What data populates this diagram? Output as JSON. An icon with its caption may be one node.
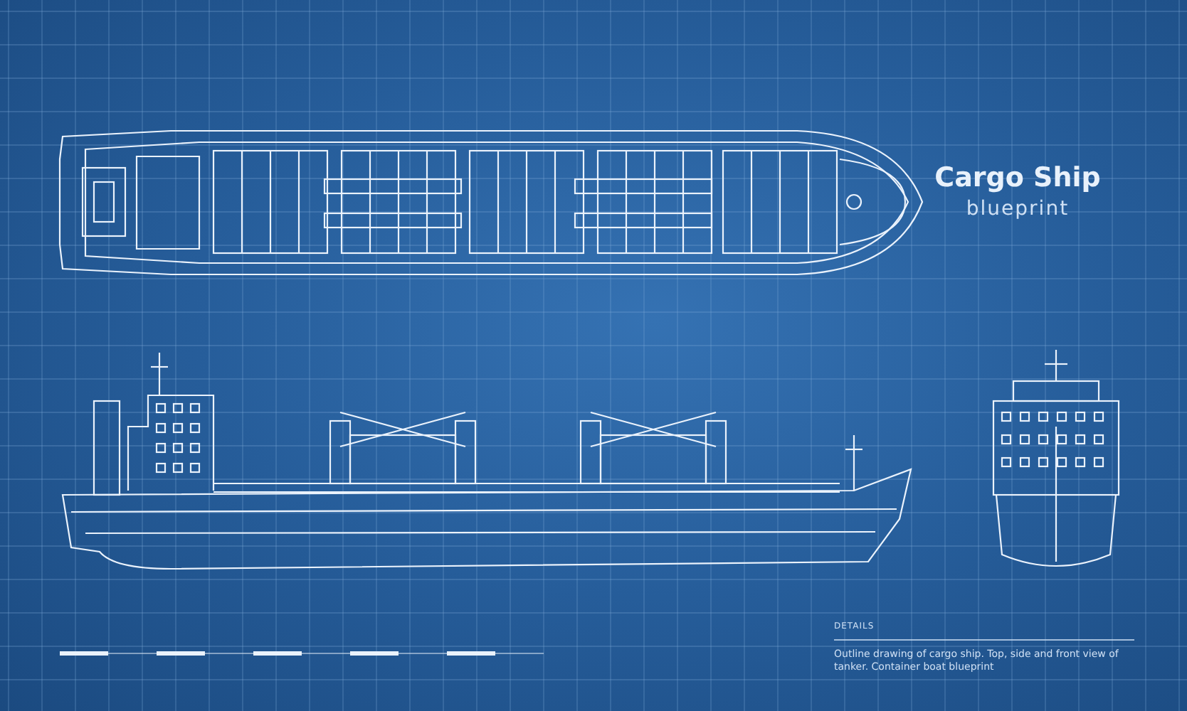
{
  "diagram": {
    "title": "Cargo Ship",
    "labels": [
      "blueprint",
      "DETAILS",
      "Outline drawing of cargo ship. Top, side and front view of tanker. Container boat blueprint"
    ]
  }
}
